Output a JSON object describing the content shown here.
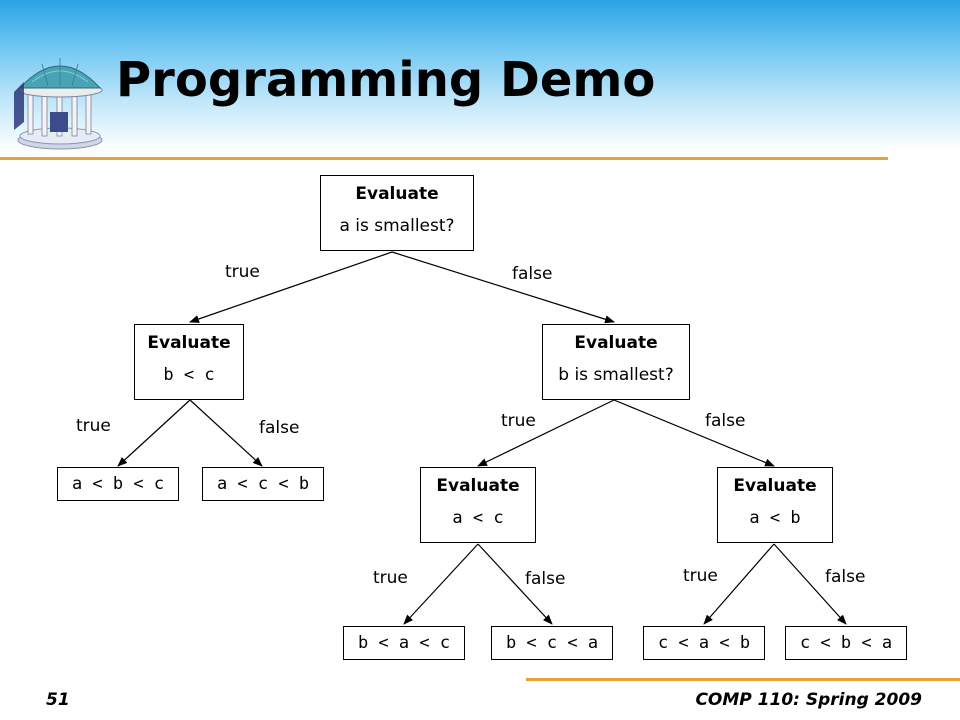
{
  "slide": {
    "title": "Programming Demo",
    "page_number": "51",
    "course": "COMP 110: Spring 2009"
  },
  "diagram": {
    "nodes": {
      "root": {
        "head": "Evaluate",
        "sub": "a is smallest?"
      },
      "bc": {
        "head": "Evaluate",
        "sub": "b < c"
      },
      "bsmall": {
        "head": "Evaluate",
        "sub": "b is smallest?"
      },
      "ac": {
        "head": "Evaluate",
        "sub": "a < c"
      },
      "ab": {
        "head": "Evaluate",
        "sub": "a < b"
      }
    },
    "leaves": {
      "abc": "a < b < c",
      "acb": "a < c < b",
      "bac": "b < a < c",
      "bca": "b < c < a",
      "cab": "c < a < b",
      "cba": "c < b < a"
    },
    "edge_labels": {
      "root_true": "true",
      "root_false": "false",
      "bc_true": "true",
      "bc_false": "false",
      "bsmall_true": "true",
      "bsmall_false": "false",
      "ac_true": "true",
      "ac_false": "false",
      "ab_true": "true",
      "ab_false": "false"
    }
  }
}
